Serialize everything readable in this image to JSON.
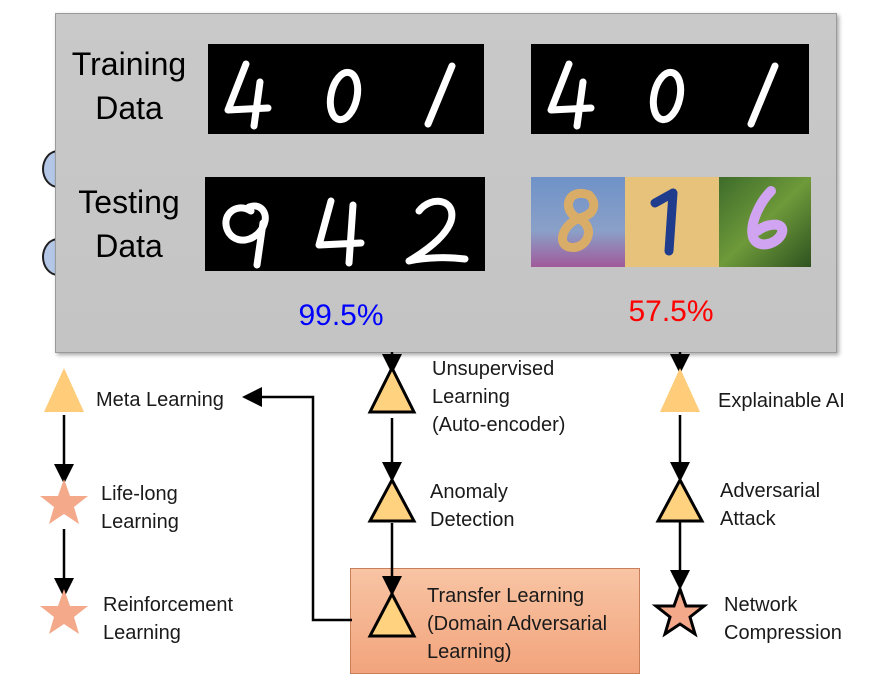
{
  "panel": {
    "training_label": [
      "Training",
      "Data"
    ],
    "testing_label": [
      "Testing",
      "Data"
    ],
    "left_training_digits": [
      "4",
      "0",
      "1"
    ],
    "left_testing_digits": [
      "9",
      "4",
      "2"
    ],
    "right_training_digits": [
      "4",
      "0",
      "1"
    ],
    "right_testing_digits": [
      "8",
      "1",
      "6"
    ],
    "left_accuracy": "99.5%",
    "right_accuracy": "57.5%",
    "left_accuracy_color": "#0000ff",
    "right_accuracy_color": "#ff0000"
  },
  "nodes": {
    "meta": "Meta Learning",
    "lifelong": [
      "Life-long",
      "Learning"
    ],
    "reinforcement": [
      "Reinforcement",
      "Learning"
    ],
    "unsupervised": [
      "Unsupervised",
      "Learning",
      "(Auto-encoder)"
    ],
    "anomaly": [
      "Anomaly",
      "Detection"
    ],
    "transfer": [
      "Transfer Learning",
      "(Domain Adversarial",
      "Learning)"
    ],
    "explainable": "Explainable AI",
    "adversarial": [
      "Adversarial",
      "Attack"
    ],
    "compression": [
      "Network",
      "Compression"
    ]
  },
  "colors": {
    "triangle_fill": "#ffd280",
    "triangle_light": "#ffcc7a",
    "star_fill": "#f4a98a",
    "transfer_box": "#f4a986"
  },
  "icons": {
    "triangle": "triangle-icon",
    "star": "star-icon"
  }
}
